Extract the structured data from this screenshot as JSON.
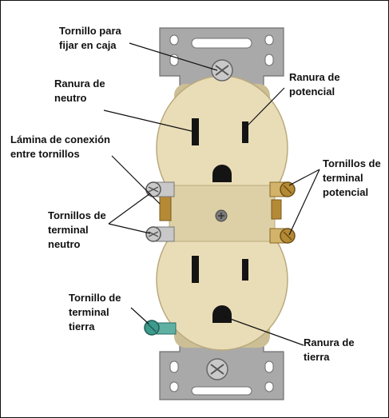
{
  "diagram": {
    "subject": "Tomacorriente doble (dúplex) con puesta a tierra",
    "colors": {
      "body": "#e9ddb8",
      "body_shadow": "#cdbf95",
      "strap": "#a9a9a9",
      "screw_brass": "#b58a35",
      "screw_steel": "#c9c9c9",
      "screw_ground": "#3d9a8c",
      "slot": "#141414",
      "leader": "#111111"
    },
    "labels": {
      "box_screw": "Tornillo para\nfijar en caja",
      "neutral_slot": "Ranura de\nneutro",
      "hot_slot": "Ranura de\npotencial",
      "bridge_tab": "Lámina de conexión\nentre tornillos",
      "hot_terminals": "Tornillos de\nterminal\npotencial",
      "neutral_terminals": "Tornillos de\nterminal\nneutro",
      "ground_terminal": "Tornillo de\nterminal\ntierra",
      "ground_slot": "Ranura de\ntierra"
    }
  }
}
